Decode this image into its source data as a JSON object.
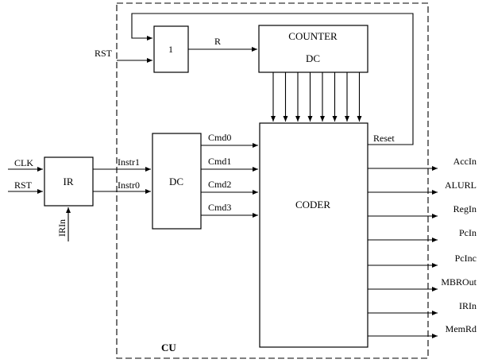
{
  "unit": "CU",
  "blocks": {
    "or_gate": "1",
    "counter": {
      "title": "COUNTER",
      "sub": "DC"
    },
    "ir": "IR",
    "dc": "DC",
    "coder": "CODER"
  },
  "signals": {
    "rst_top": "RST",
    "r": "R",
    "clk": "CLK",
    "rst_ir": "RST",
    "irin_in": "IRIn",
    "instr1": "Instr1",
    "instr0": "Instr0",
    "cmd": [
      "Cmd0",
      "Cmd1",
      "Cmd2",
      "Cmd3"
    ],
    "reset": "Reset"
  },
  "outputs": [
    "AccIn",
    "ALURL",
    "RegIn",
    "PcIn",
    "PcInc",
    "MBROut",
    "IRIn",
    "MemRd"
  ],
  "counter_lines": 8
}
